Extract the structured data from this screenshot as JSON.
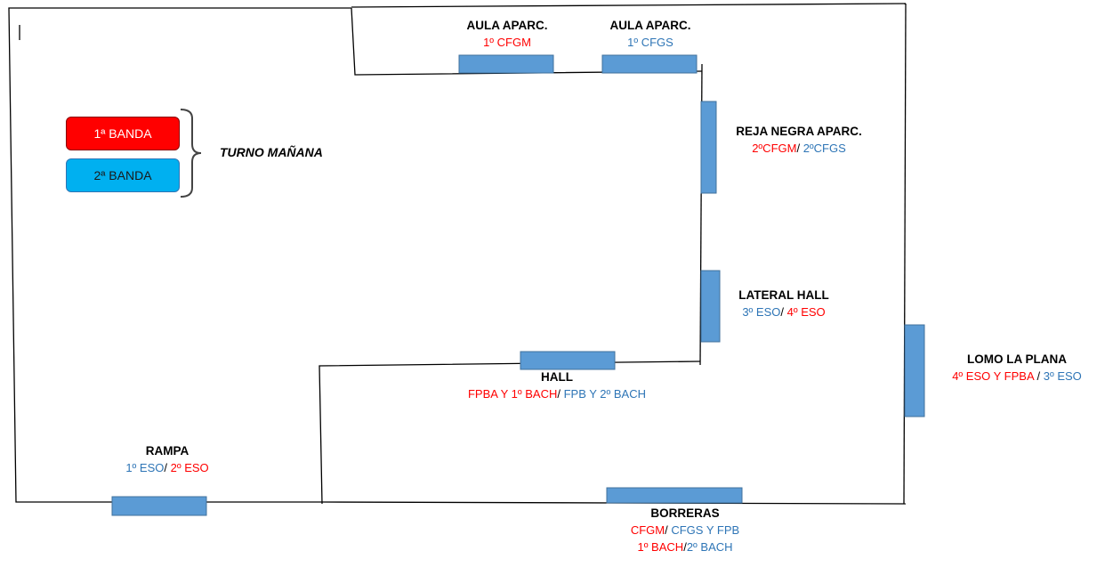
{
  "legend": {
    "band1": "1ª BANDA",
    "band2": "2ª BANDA",
    "shift": "TURNO MAÑANA",
    "colors": {
      "band1": "#FF0000",
      "band2": "#00B0F0"
    }
  },
  "zones": {
    "aula1": {
      "title": "AULA APARC.",
      "parts": [
        {
          "text": "1º CFGM",
          "color": "red"
        }
      ]
    },
    "aula2": {
      "title": "AULA APARC.",
      "parts": [
        {
          "text": "1º CFGS",
          "color": "blue"
        }
      ]
    },
    "reja": {
      "title": "REJA NEGRA APARC.",
      "parts": [
        {
          "text": "2ºCFGM",
          "color": "red"
        },
        {
          "text": "/ ",
          "color": "black"
        },
        {
          "text": "2ºCFGS",
          "color": "blue"
        }
      ]
    },
    "lateral": {
      "title": "LATERAL HALL",
      "parts": [
        {
          "text": "3º ESO",
          "color": "blue"
        },
        {
          "text": "/ ",
          "color": "black"
        },
        {
          "text": "4º ESO",
          "color": "red"
        }
      ]
    },
    "hall": {
      "title": "HALL",
      "parts": [
        {
          "text": "FPBA Y 1º BACH",
          "color": "red"
        },
        {
          "text": "/ ",
          "color": "black"
        },
        {
          "text": "FPB  Y 2º BACH",
          "color": "blue"
        }
      ]
    },
    "lomo": {
      "title": "LOMO LA PLANA",
      "parts": [
        {
          "text": "4º ESO  Y FPBA",
          "color": "red"
        },
        {
          "text": " / ",
          "color": "black"
        },
        {
          "text": "3º ESO",
          "color": "blue"
        }
      ]
    },
    "rampa": {
      "title": "RAMPA",
      "parts": [
        {
          "text": "1º ESO",
          "color": "blue"
        },
        {
          "text": "/ ",
          "color": "black"
        },
        {
          "text": "2º ESO",
          "color": "red"
        }
      ]
    },
    "borreras": {
      "title": "BORRERAS",
      "parts": [
        {
          "text": "CFGM",
          "color": "red"
        },
        {
          "text": "/ ",
          "color": "black"
        },
        {
          "text": "CFGS Y FPB",
          "color": "blue"
        }
      ],
      "parts2": [
        {
          "text": "1º BACH",
          "color": "red"
        },
        {
          "text": "/",
          "color": "black"
        },
        {
          "text": "2º BACH",
          "color": "blue"
        }
      ]
    }
  }
}
